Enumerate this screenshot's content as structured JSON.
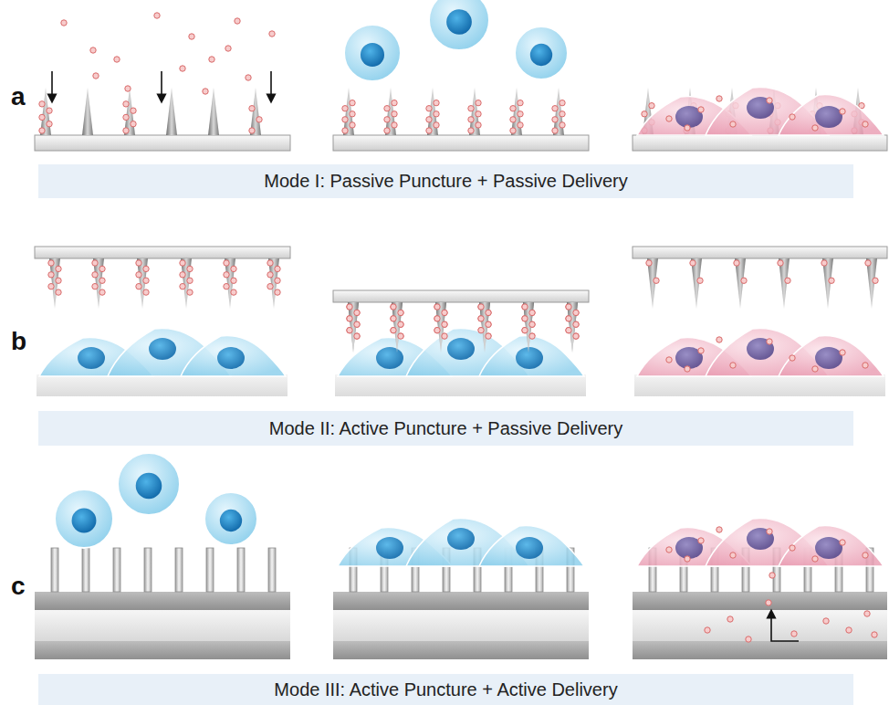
{
  "diagram": {
    "nodes": [
      {
        "text": [
          "Mode I: Passive Puncture + Passive Delivery"
        ]
      },
      {
        "text": [
          "Mode II: Active Puncture + Passive Delivery"
        ]
      },
      {
        "text": [
          "Mode III: Active Puncture + Active Delivery"
        ]
      }
    ],
    "labels": [
      "a",
      "b",
      "c"
    ]
  }
}
